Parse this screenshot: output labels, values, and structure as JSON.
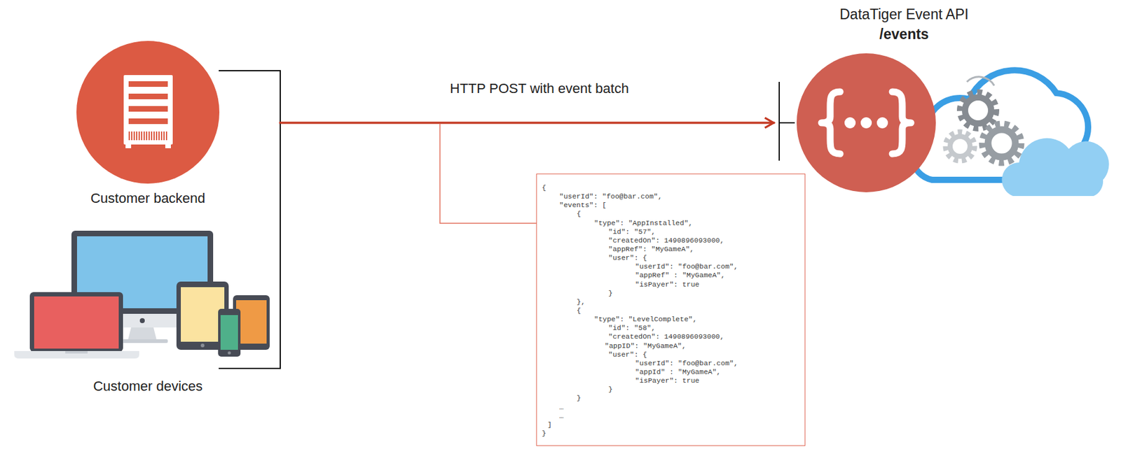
{
  "diagram": {
    "nodes": [
      {
        "text": [
          "Customer backend"
        ]
      },
      {
        "text": [
          "Customer devices"
        ]
      },
      {
        "text": [
          "DataTiger Event API",
          "/events"
        ]
      },
      {
        "text": [
          "{",
          "\"userId\": \"foo@bar.com\",",
          "\"events\": [",
          "{",
          "\"type\": \"AppInstalled\",",
          "\"id\": \"57\",",
          "\"createdOn\": 1490896093000,",
          "\"appRef\": \"MyGameA\",",
          "\"user\": {",
          "\"userId\": \"foo@bar.com\",",
          "\"appRef\" : \"MyGameA\",",
          "\"isPayer\": true",
          "}",
          "},",
          "{",
          "\"type\": \"LevelComplete\",",
          "\"id\": \"58\",",
          "\"createdOn\": 1490896093000,",
          "\"appID\": \"MyGameA\",",
          "\"user\": {",
          "\"userId\": \"foo@bar.com\",",
          "\"appId\" : \"MyGameA\",",
          "\"isPayer\": true",
          "}",
          "}",
          "…",
          "…",
          "]",
          "}"
        ]
      }
    ],
    "edges": [
      {
        "from": 0,
        "to": 2,
        "arrow": "to",
        "label": "HTTP POST with event batch"
      },
      {
        "from": 1,
        "to": 2,
        "arrow": "to"
      }
    ]
  }
}
